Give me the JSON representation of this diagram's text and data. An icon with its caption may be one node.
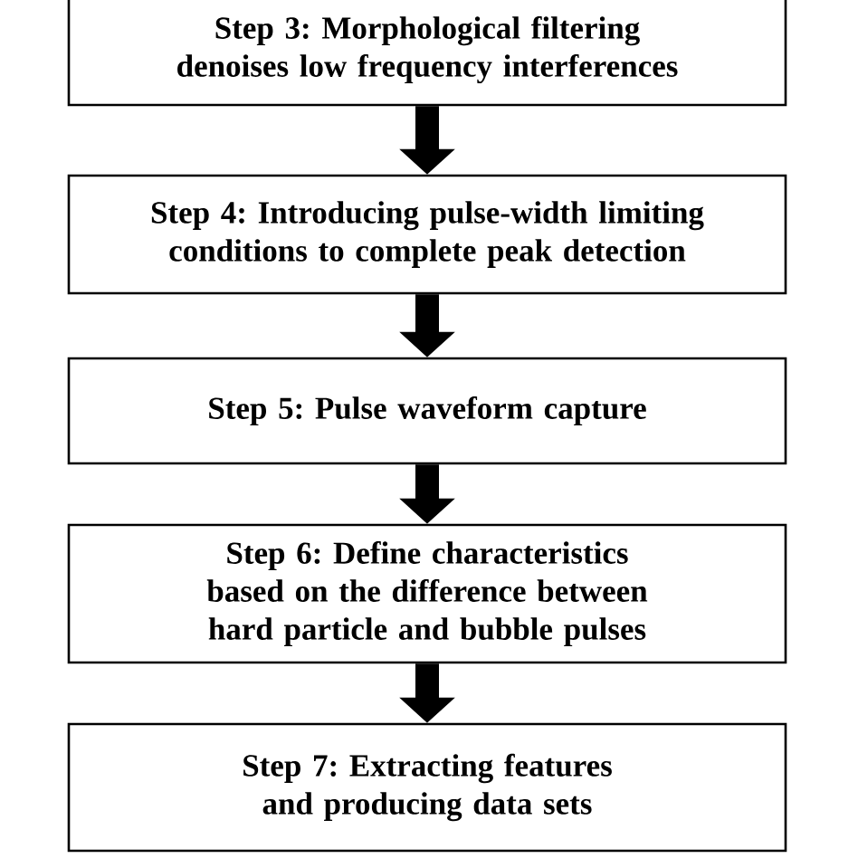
{
  "diagram": {
    "nodes": [
      {
        "text": [
          "Step 3: Morphological filtering denoises low frequency interferences"
        ]
      },
      {
        "text": [
          "Step 4: Introducing pulse-width limiting conditions to complete peak detection"
        ]
      },
      {
        "text": [
          "Step 5: Pulse waveform capture"
        ]
      },
      {
        "text": [
          "Step 6: Define characteristics based on the difference between hard particle and bubble pulses"
        ]
      },
      {
        "text": [
          "Step 7: Extracting features and producing data sets"
        ]
      }
    ],
    "edges": [
      {
        "from": 0,
        "to": 1,
        "arrow": "to"
      },
      {
        "from": 1,
        "to": 2,
        "arrow": "to"
      },
      {
        "from": 2,
        "to": 3,
        "arrow": "to"
      },
      {
        "from": 3,
        "to": 4,
        "arrow": "to"
      }
    ]
  }
}
